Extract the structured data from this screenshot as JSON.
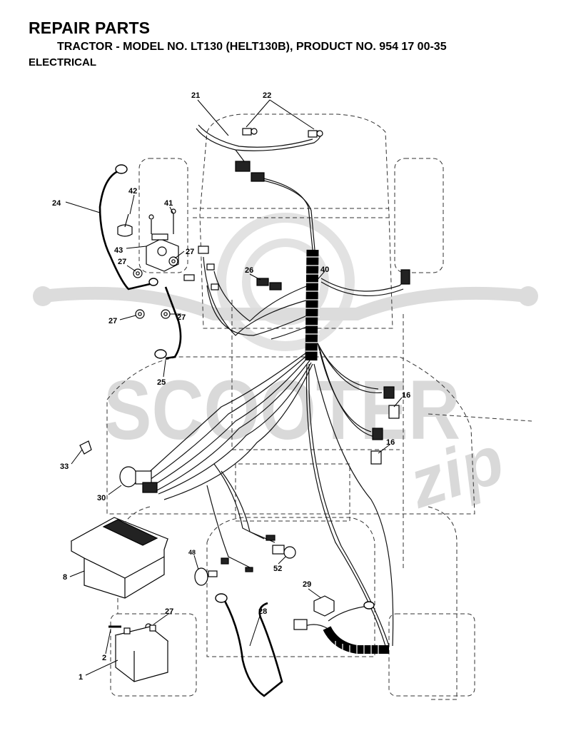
{
  "header": {
    "title": "REPAIR PARTS",
    "subtitle": "TRACTOR - MODEL NO. LT130 (HELT130B), PRODUCT NO. 954 17 00-35",
    "section": "ELECTRICAL"
  },
  "watermark": {
    "brand": "SCOOTER",
    "script": "zip",
    "color": "#d9d9d9"
  },
  "callouts": {
    "c21": "21",
    "c22": "22",
    "c24": "24",
    "c42": "42",
    "c41": "41",
    "c43": "43",
    "c27a": "27",
    "c27b": "27",
    "c27c": "27",
    "c27d": "27",
    "c27e": "27",
    "c26": "26",
    "c40": "40",
    "c25": "25",
    "c16a": "16",
    "c16b": "16",
    "c33": "33",
    "c30": "30",
    "c8": "8",
    "c48": "48",
    "c52": "52",
    "c29": "29",
    "c28": "28",
    "c2": "2",
    "c1": "1"
  }
}
